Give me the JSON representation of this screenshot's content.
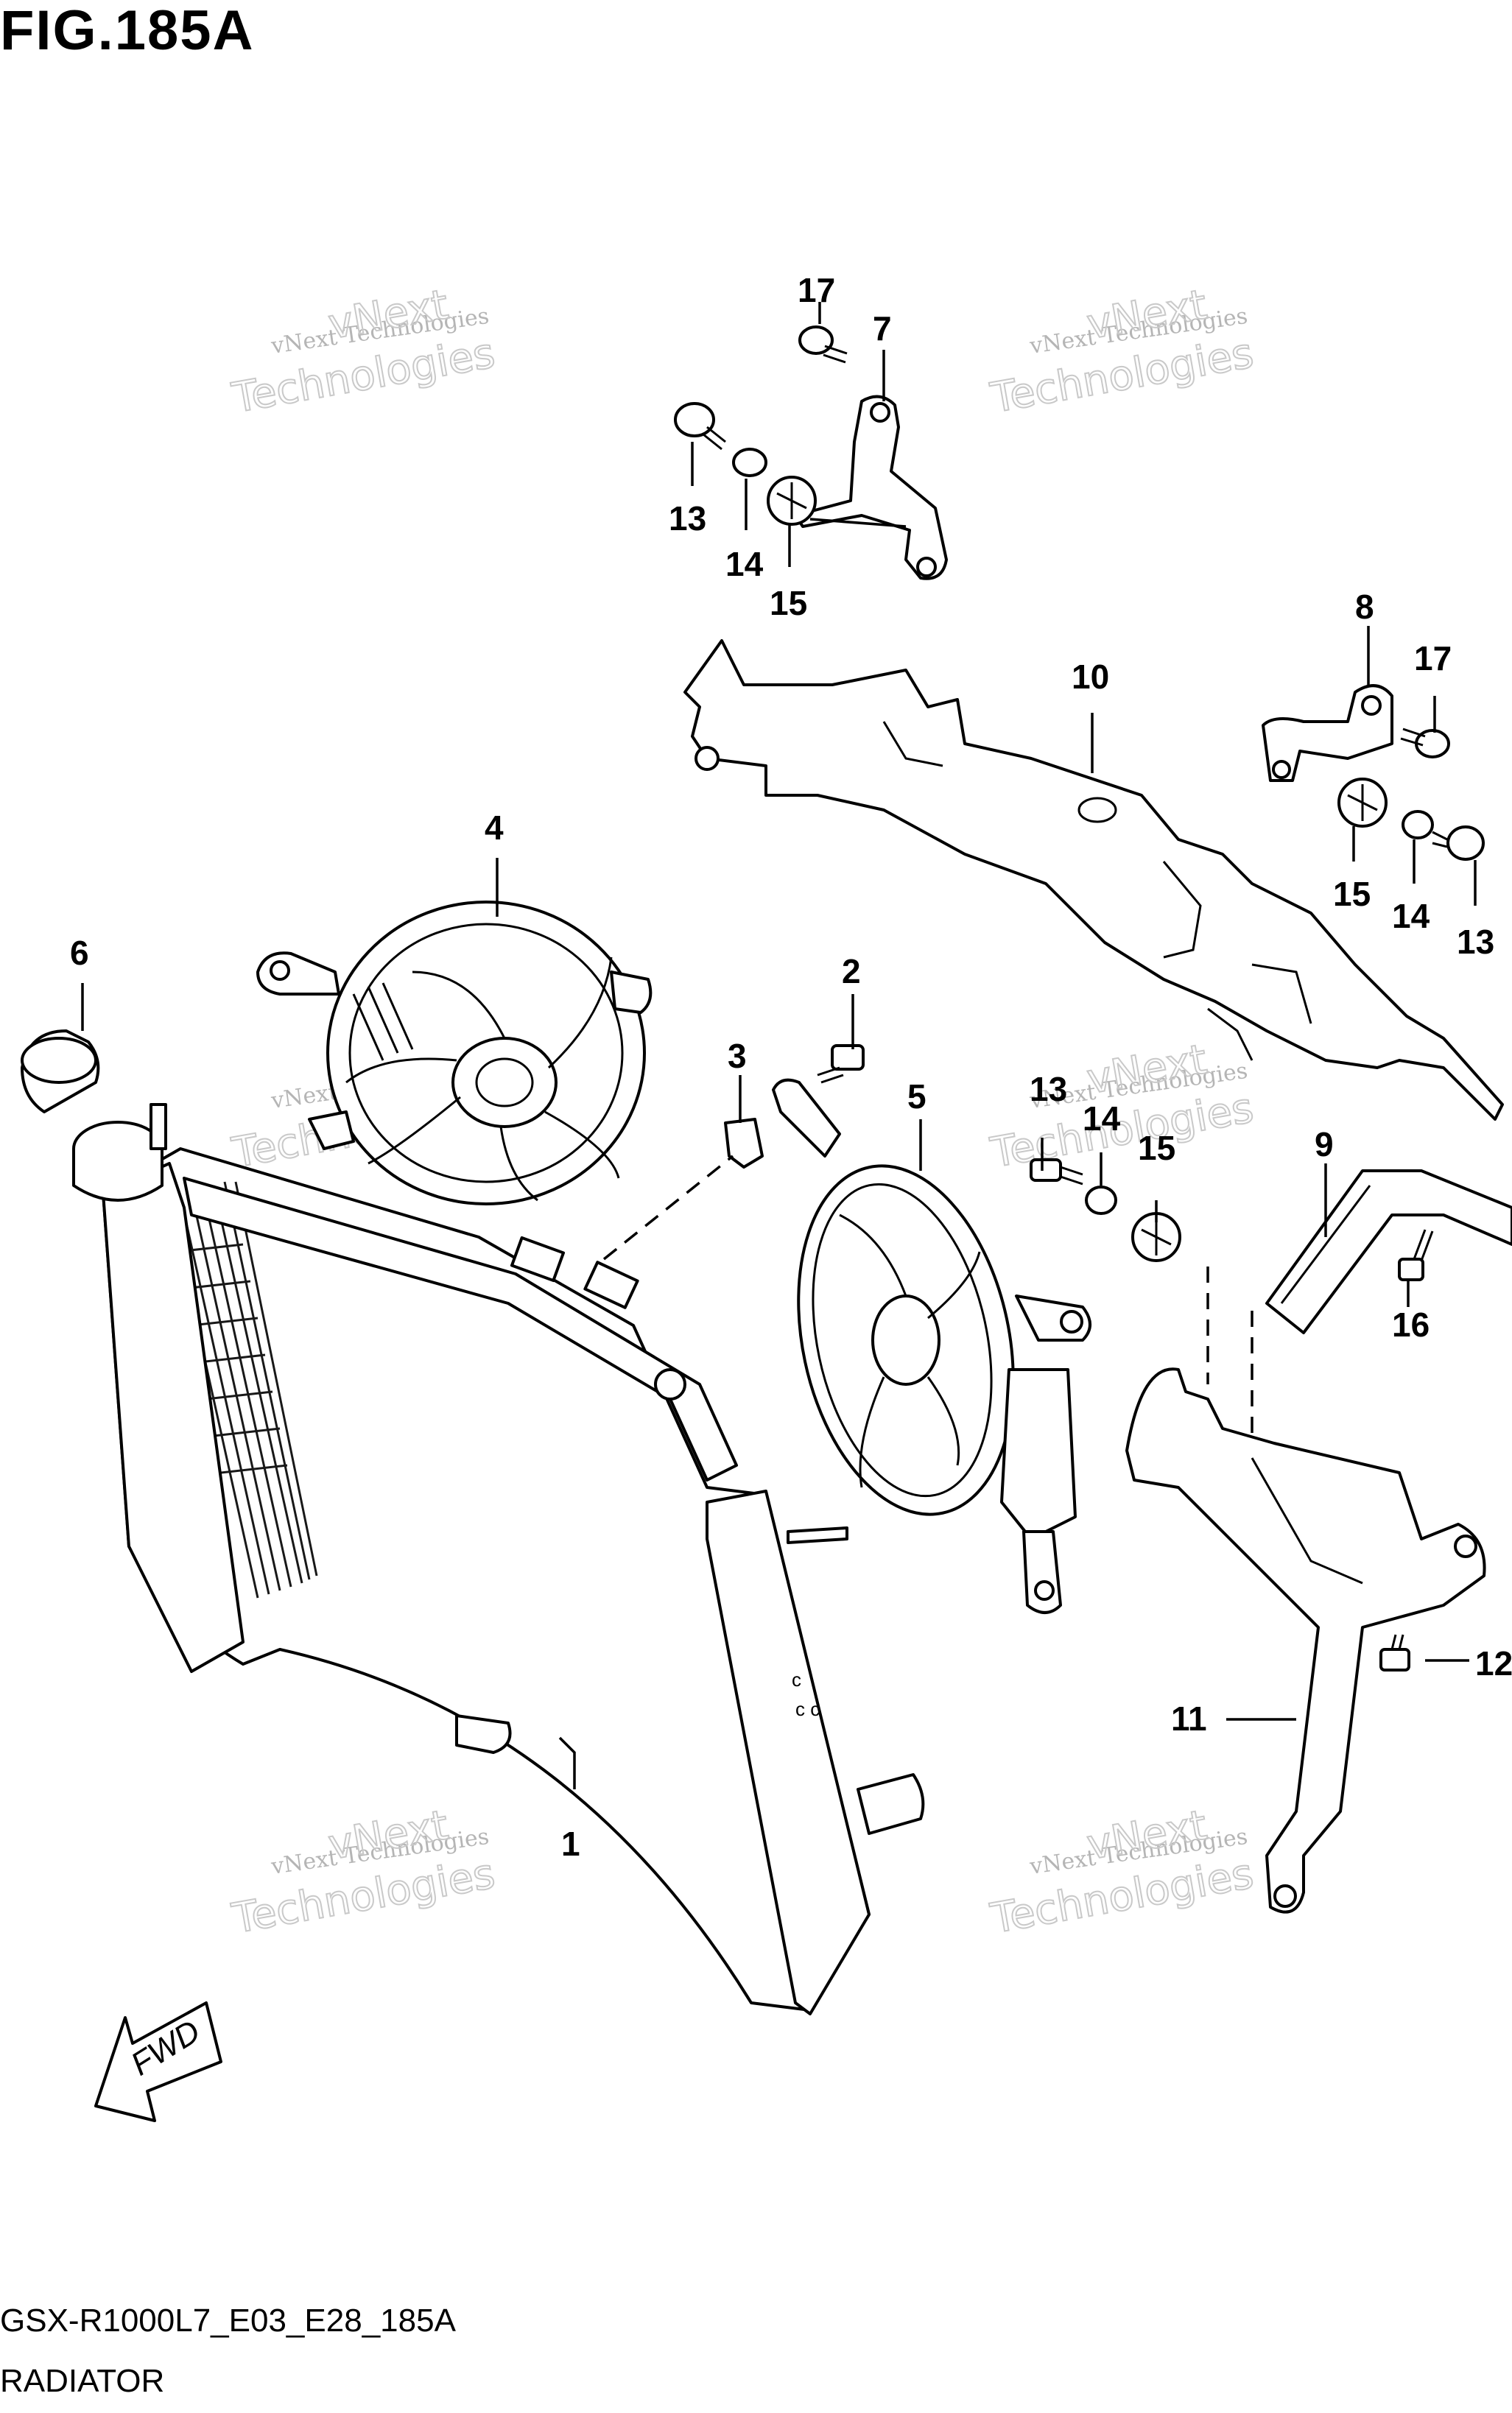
{
  "figure": {
    "title": "FIG.185A",
    "code": "GSX-R1000L7_E03_E28_185A",
    "name": "RADIATOR"
  },
  "watermark": {
    "line1": "vNext Technologies",
    "line2": "Technologies",
    "line3": "vNext"
  },
  "fwd_label": "FWD",
  "callouts": [
    {
      "id": "c1",
      "label": "1"
    },
    {
      "id": "c2",
      "label": "2"
    },
    {
      "id": "c3",
      "label": "3"
    },
    {
      "id": "c4",
      "label": "4"
    },
    {
      "id": "c5",
      "label": "5"
    },
    {
      "id": "c6",
      "label": "6"
    },
    {
      "id": "c7",
      "label": "7"
    },
    {
      "id": "c8",
      "label": "8"
    },
    {
      "id": "c9",
      "label": "9"
    },
    {
      "id": "c10",
      "label": "10"
    },
    {
      "id": "c11",
      "label": "11"
    },
    {
      "id": "c12",
      "label": "12"
    },
    {
      "id": "c13a",
      "label": "13"
    },
    {
      "id": "c13b",
      "label": "13"
    },
    {
      "id": "c13c",
      "label": "13"
    },
    {
      "id": "c14a",
      "label": "14"
    },
    {
      "id": "c14b",
      "label": "14"
    },
    {
      "id": "c14c",
      "label": "14"
    },
    {
      "id": "c15a",
      "label": "15"
    },
    {
      "id": "c15b",
      "label": "15"
    },
    {
      "id": "c15c",
      "label": "15"
    },
    {
      "id": "c16",
      "label": "16"
    },
    {
      "id": "c17a",
      "label": "17"
    },
    {
      "id": "c17b",
      "label": "17"
    }
  ]
}
